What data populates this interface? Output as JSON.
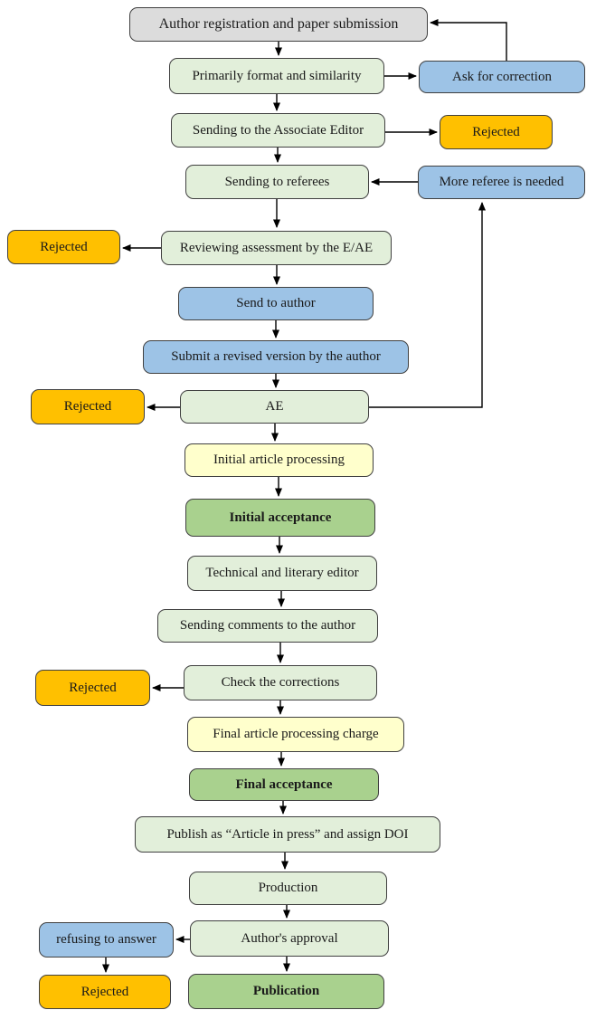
{
  "palette": {
    "box_gray": "#DCDCDC",
    "box_green_light": "#E2EFDA",
    "box_green_accept": "#A9D18E",
    "box_blue": "#9DC3E6",
    "box_orange": "#FFC000",
    "box_yellow": "#FFFFCC",
    "box_border": "#404040",
    "arrow": "#000000",
    "background": "#FFFFFF"
  },
  "nodes": {
    "author_registration": {
      "label": "Author registration and paper submission"
    },
    "primarily_format": {
      "label": "Primarily format and similarity"
    },
    "ask_correction": {
      "label": "Ask for correction"
    },
    "sending_ae": {
      "label": "Sending to the Associate Editor"
    },
    "rejected_top": {
      "label": "Rejected"
    },
    "sending_referees": {
      "label": "Sending to referees"
    },
    "more_referee": {
      "label": "More referee is needed"
    },
    "reviewing": {
      "label": "Reviewing assessment by the E/AE"
    },
    "rejected_reviewing": {
      "label": "Rejected"
    },
    "send_author": {
      "label": "Send to author"
    },
    "submit_revised": {
      "label": "Submit a revised version by the author"
    },
    "ae": {
      "label": "AE"
    },
    "rejected_ae": {
      "label": "Rejected"
    },
    "initial_processing": {
      "label": "Initial article processing"
    },
    "initial_acceptance": {
      "label": "Initial acceptance"
    },
    "technical_editor": {
      "label": "Technical and literary editor"
    },
    "sending_comments": {
      "label": "Sending comments to the author"
    },
    "check_corrections": {
      "label": "Check the corrections"
    },
    "rejected_check": {
      "label": "Rejected"
    },
    "final_charge": {
      "label": "Final article processing charge"
    },
    "final_acceptance": {
      "label": "Final acceptance"
    },
    "publish_press": {
      "label": "Publish as “Article in press” and assign DOI"
    },
    "production": {
      "label": "Production"
    },
    "authors_approval": {
      "label": "Author's approval"
    },
    "refusing_answer": {
      "label": "refusing to answer"
    },
    "rejected_refusing": {
      "label": "Rejected"
    },
    "publication": {
      "label": "Publication"
    }
  }
}
